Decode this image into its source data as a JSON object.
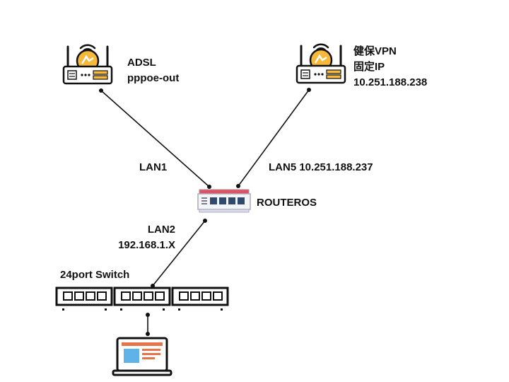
{
  "nodes": {
    "adsl_router": {
      "line1": "ADSL",
      "line2": "pppoe-out"
    },
    "vpn_router": {
      "line1": "健保VPN",
      "line2": "固定IP",
      "line3": "10.251.188.238"
    },
    "routeros": {
      "label": "ROUTEROS"
    },
    "switch": {
      "label": "24port Switch"
    }
  },
  "links": {
    "lan1": "LAN1",
    "lan5": "LAN5 10.251.188.237",
    "lan2_line1": "LAN2",
    "lan2_line2": "192.168.1.X"
  },
  "colors": {
    "line": "#111111",
    "router_body": "#ffffff",
    "router_accent": "#f6b93b",
    "routeros_top": "#e05263",
    "laptop_screen": "#5fb3e8",
    "laptop_panel": "#e8734a"
  }
}
